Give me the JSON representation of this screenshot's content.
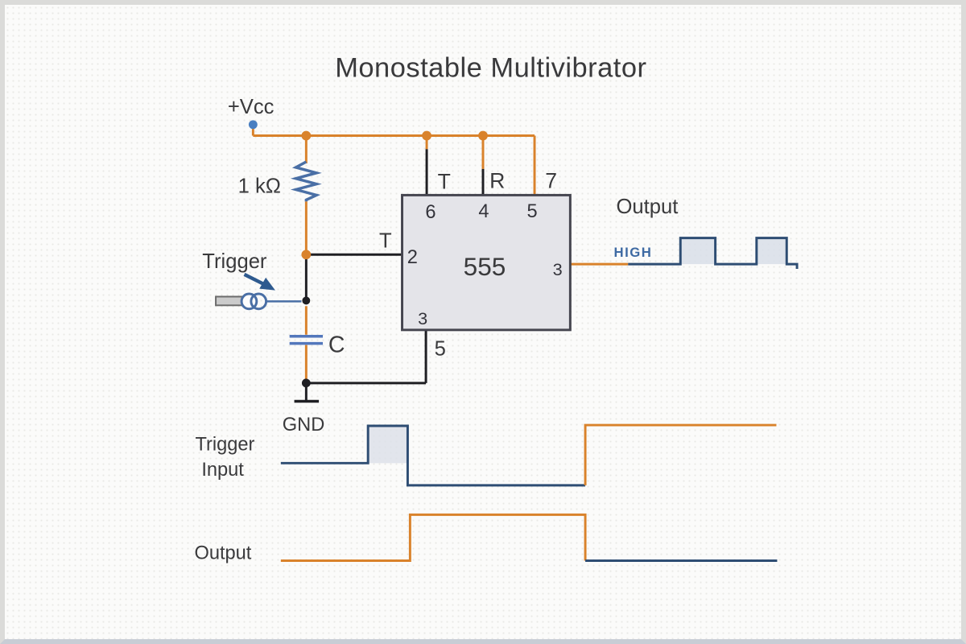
{
  "title": "Monostable Multivibrator",
  "colors": {
    "wire_orange": "#D9822B",
    "wire_black": "#1F1F23",
    "component_blue": "#4A6FA5",
    "capacitor_blue": "#5377BC",
    "waveform_navy": "#2E4D73",
    "pulse_fill": "#D8DEE8",
    "chip_fill": "#E4E4E9",
    "chip_border": "#45454F",
    "text_dark": "#3A3A3C",
    "high_label_blue": "#3E6AA3",
    "node_blue": "#4A7FC1",
    "arrow_blue": "#2E5A8F"
  },
  "circuit": {
    "vcc_label": "+Vcc",
    "resistor_value": "1 kΩ",
    "trigger_label": "Trigger",
    "trigger_input_pin_label": "T",
    "capacitor_label": "C",
    "ground_label": "GND",
    "chip": {
      "name": "555",
      "top_function_labels": [
        "T",
        "R",
        "7"
      ],
      "top_pin_numbers": [
        "6",
        "4",
        "5"
      ],
      "left_pin_number": "2",
      "right_pin_number": "3",
      "bottom_pin_number": "3",
      "bottom_wire_label": "5"
    },
    "output_label": "Output",
    "output_level": "HIGH"
  },
  "waveforms": {
    "trigger_label_line1": "Trigger",
    "trigger_label_line2": "Input",
    "output_label": "Output"
  }
}
